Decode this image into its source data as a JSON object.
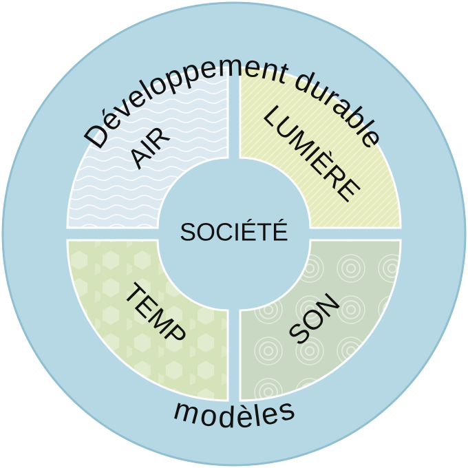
{
  "diagram": {
    "outer_top_text": "Développement durable",
    "outer_bottom_text": "modèles",
    "center_text": "SOCIÉTÉ",
    "quadrants": [
      {
        "key": "air",
        "label": "AIR",
        "color": "#dde9f1"
      },
      {
        "key": "lumiere",
        "label": "LUMIÈRE",
        "color": "#e6ebbe"
      },
      {
        "key": "temp",
        "label": "TEMP",
        "color": "#d4e3b9"
      },
      {
        "key": "son",
        "label": "SON",
        "color": "#c9d8c2"
      }
    ],
    "colors": {
      "ring": "#b6d8e4",
      "ring_border": "#8fbfd0",
      "center": "#b6d8e4",
      "outline": "#ffffff"
    }
  }
}
